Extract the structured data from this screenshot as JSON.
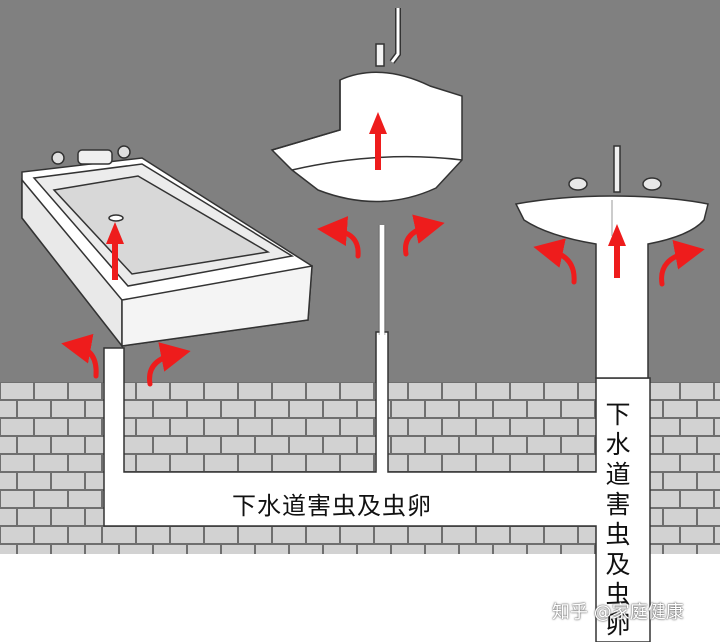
{
  "colors": {
    "wall": "#808080",
    "brick_face": "#d2d2d2",
    "mortar": "#6f6f6f",
    "pipe": "#ffffff",
    "fixture": "#ffffff",
    "arrow": "#ee1c1c"
  },
  "labels": {
    "horizontal_pipe": "下水道害虫及虫卵",
    "vertical_pipe": "下水道害虫及虫卵",
    "watermark": "知乎 @家庭健康"
  },
  "icons": {
    "bathtub": "bathtub-icon",
    "wall_sink": "wall-sink-icon",
    "pedestal_sink": "pedestal-sink-icon",
    "arrow_up": "arrow-up-icon",
    "curved_arrow": "curved-arrow-icon"
  }
}
